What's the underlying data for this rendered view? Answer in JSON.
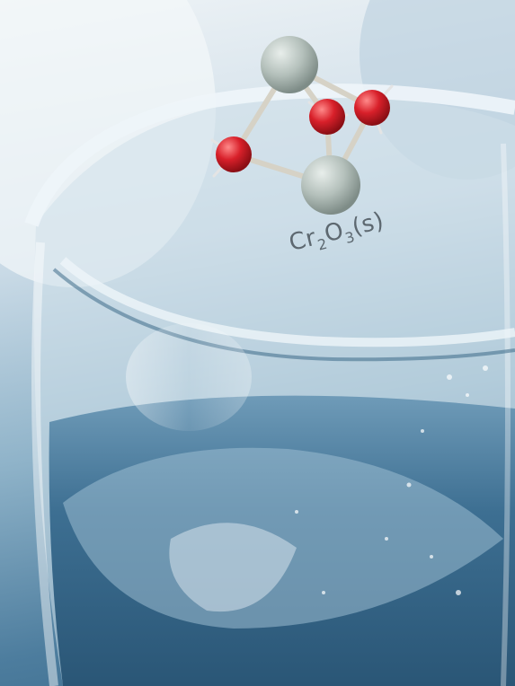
{
  "formula": {
    "prefix": "Cr",
    "sub1": "2",
    "middle": "O",
    "sub2": "3",
    "suffix": "(s)"
  },
  "colors": {
    "chromium_atom": "#b4c0bb",
    "oxygen_atom": "#d8202a",
    "hydrogen_atom": "#e4e4e4",
    "bond": "#d6d2c6",
    "liquid": "#3d6f92",
    "glass_rim": "#eef5f9"
  }
}
